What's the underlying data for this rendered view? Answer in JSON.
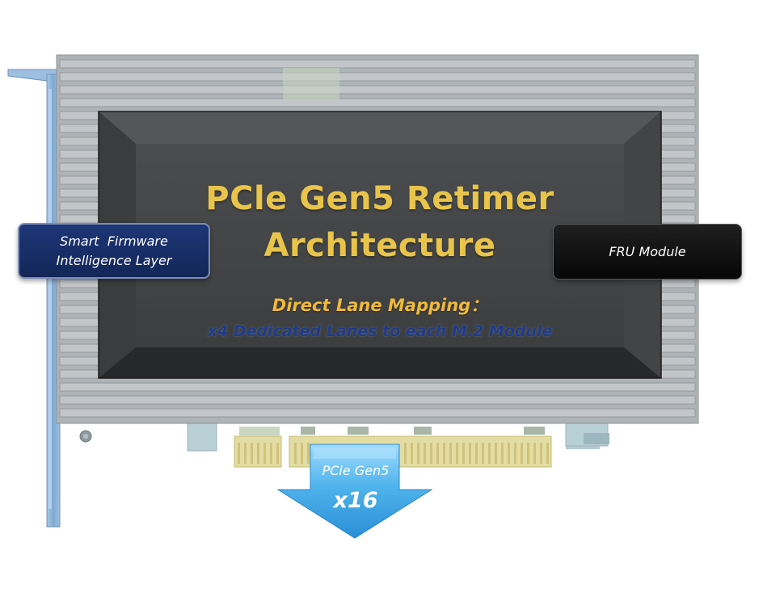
{
  "title": {
    "line1": "PCle Gen5 Retimer",
    "line2": "Architecture"
  },
  "subtitle": {
    "line1": "Direct Lane Mapping：",
    "line2": "x4 Dedicated Lanes to each M.2 Module"
  },
  "callouts": {
    "smart_firmware": {
      "line1": "Smart  Firmware",
      "line2": "Intelligence Layer"
    },
    "fru_module": {
      "label": "FRU Module"
    }
  },
  "interface_arrow": {
    "line1": "PCle Gen5",
    "line2": "x16"
  },
  "colors": {
    "title": "#e8c44a",
    "subtitle_highlight": "#f0b93a",
    "subtitle_secondary": "#1f3b8a",
    "smart_firmware_box": "#1d3677",
    "fru_module_box": "#0a0a0a",
    "arrow": "#3aa7e6",
    "heatsink": "#a9aeb2",
    "bracket": "#8fb6d8",
    "gold_fingers": "#e3dca3"
  }
}
